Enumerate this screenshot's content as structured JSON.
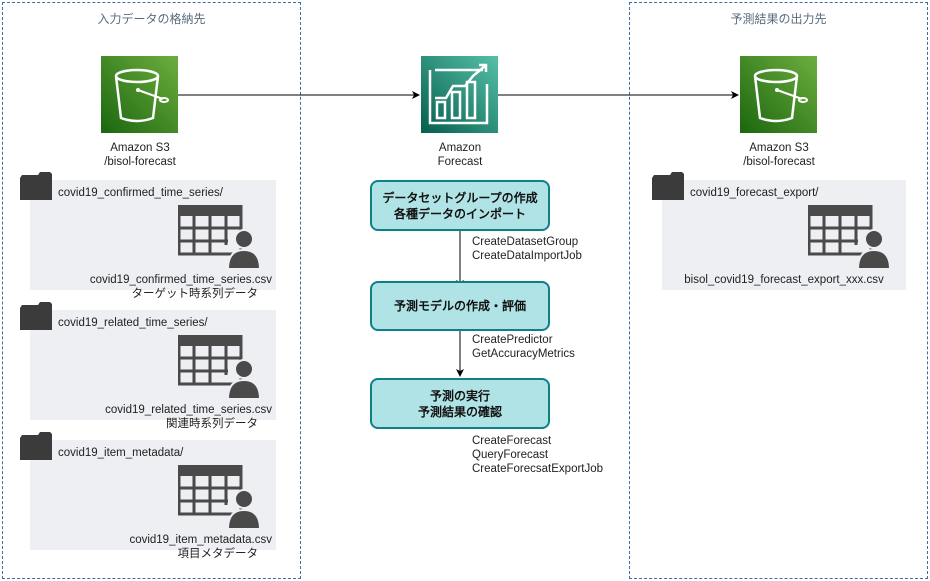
{
  "zones": {
    "input_title": "入力データの格納先",
    "output_title": "予測結果の出力先"
  },
  "s3_input": {
    "label1": "Amazon S3",
    "label2": "/bisol-forecast"
  },
  "forecast": {
    "label1": "Amazon",
    "label2": "Forecast"
  },
  "s3_output": {
    "label1": "Amazon S3",
    "label2": "/bisol-forecast"
  },
  "input_groups": [
    {
      "folder": "covid19_confirmed_time_series/",
      "file": "covid19_confirmed_time_series.csv",
      "desc": "ターゲット時系列データ"
    },
    {
      "folder": "covid19_related_time_series/",
      "file": "covid19_related_time_series.csv",
      "desc": "関連時系列データ"
    },
    {
      "folder": "covid19_item_metadata/",
      "file": "covid19_item_metadata.csv",
      "desc": "項目メタデータ"
    }
  ],
  "output_group": {
    "folder": "covid19_forecast_export/",
    "file": "bisol_covid19_forecast_export_xxx.csv"
  },
  "steps": [
    {
      "line1": "データセットグループの作成",
      "line2": "各種データのインポート",
      "apis": [
        "CreateDatasetGroup",
        "CreateDataImportJob"
      ]
    },
    {
      "line1": "予測モデルの作成・評価",
      "line2": "",
      "apis": [
        "CreatePredictor",
        "GetAccuracyMetrics"
      ]
    },
    {
      "line1": "予測の実行",
      "line2": "予測結果の確認",
      "apis": [
        "CreateForecast",
        "QueryForecast",
        "CreateForecsatExportJob"
      ]
    }
  ],
  "colors": {
    "s3_green": "#3f8624",
    "forecast_teal": "#1b7f6f",
    "process_fill": "#b0e3e6",
    "process_border": "#0e8088",
    "group_bg": "#eeeff3"
  }
}
